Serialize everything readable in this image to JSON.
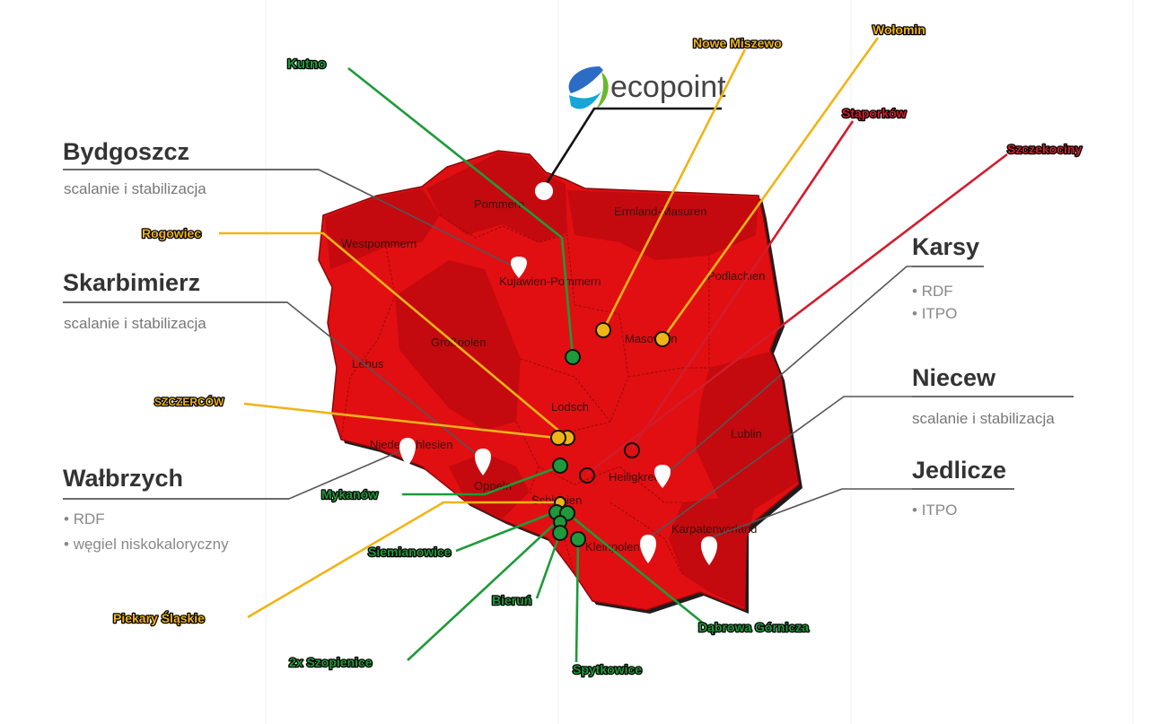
{
  "logo": {
    "text": "ecopoint"
  },
  "colors": {
    "map_fill": "#e10f12",
    "map_dark": "#c40a0e",
    "map_edge": "#7a0a0a",
    "green": "#1e9a3a",
    "yellow": "#f0b416",
    "crimson": "#d21c2c",
    "black": "#111111"
  },
  "regions": [
    "Pommern",
    "Ermland-Masuren",
    "Westpommern",
    "Kujawien-Pommern",
    "Podlachien",
    "Großpolen",
    "Masowien",
    "Lebus",
    "Lodsch",
    "Niederschlesien",
    "Oppeln",
    "Heiligkreuz",
    "Lublin",
    "Schlesien",
    "Kleinpolen",
    "Karpatenvorland"
  ],
  "companies": [
    {
      "name": "Bydgoszcz",
      "sub": "scalanie i stabilizacja",
      "bullets": []
    },
    {
      "name": "Skarbimierz",
      "sub": "scalanie i stabilizacja",
      "bullets": []
    },
    {
      "name": "Wałbrzych",
      "sub": "",
      "bullets": [
        "RDF",
        "węgiel niskokaloryczny"
      ]
    },
    {
      "name": "Karsy",
      "sub": "",
      "bullets": [
        "RDF",
        "ITPO"
      ]
    },
    {
      "name": "Niecew",
      "sub": "scalanie i stabilizacja",
      "bullets": []
    },
    {
      "name": "Jedlicze",
      "sub": "",
      "bullets": [
        "ITPO"
      ]
    }
  ],
  "callouts": [
    {
      "label": "Kutno",
      "group": "green"
    },
    {
      "label": "Nowe Miszewo",
      "group": "yellow"
    },
    {
      "label": "Wołomin",
      "group": "yellow"
    },
    {
      "label": "Stąporków",
      "group": "crimson"
    },
    {
      "label": "Szczekociny",
      "group": "crimson"
    },
    {
      "label": "Rogowiec",
      "group": "yellow"
    },
    {
      "label": "SZCZERCÓW",
      "group": "yellow"
    },
    {
      "label": "Mykanów",
      "group": "green"
    },
    {
      "label": "Siemianowice",
      "group": "green"
    },
    {
      "label": "Piekary Śląskie",
      "group": "yellow"
    },
    {
      "label": "Bieruń",
      "group": "green"
    },
    {
      "label": "Dąbrowa Górnicza",
      "group": "green"
    },
    {
      "label": "2x Szopienice",
      "group": "green"
    },
    {
      "label": "Spytkowice",
      "group": "green"
    }
  ]
}
